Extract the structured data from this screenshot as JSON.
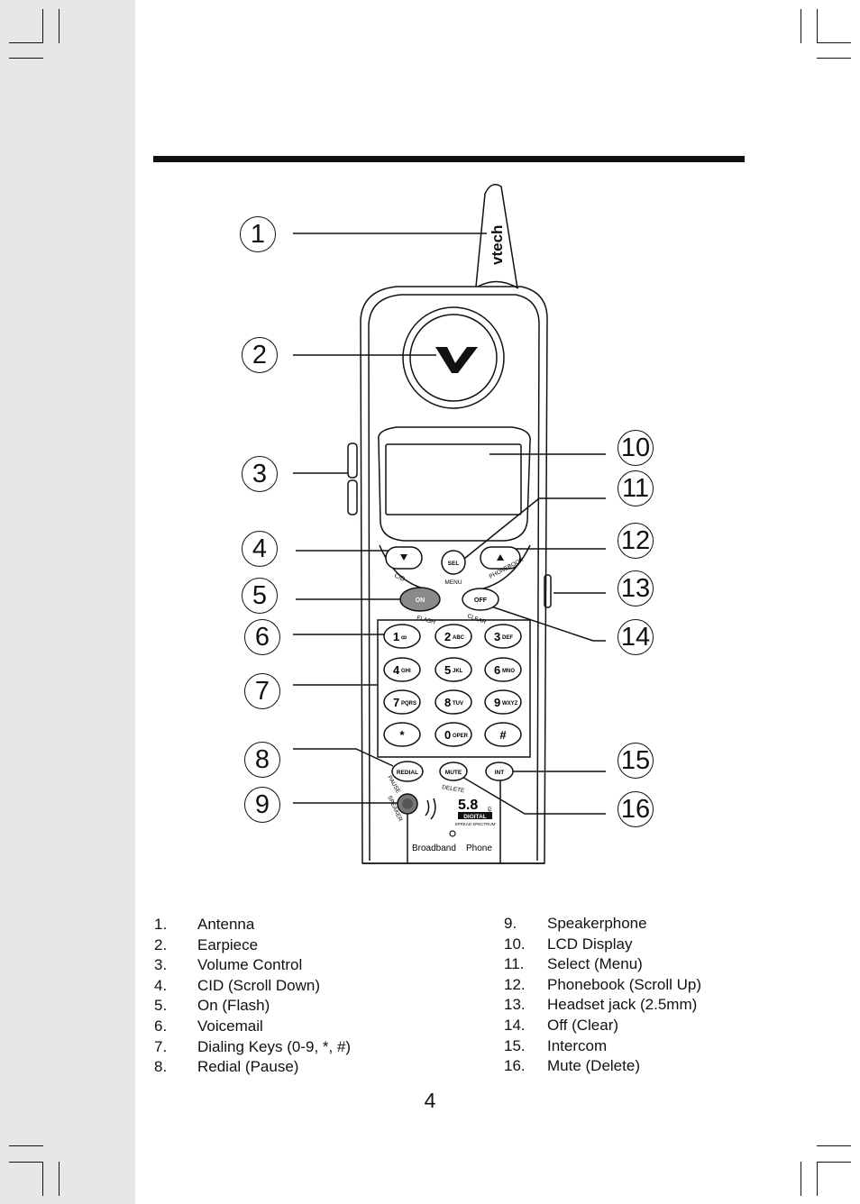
{
  "page_number": "4",
  "callouts": [
    "1",
    "2",
    "3",
    "4",
    "5",
    "6",
    "7",
    "8",
    "9",
    "10",
    "11",
    "12",
    "13",
    "14",
    "15",
    "16"
  ],
  "legend_left": [
    {
      "num": "1.",
      "label": "Antenna"
    },
    {
      "num": "2.",
      "label": "Earpiece"
    },
    {
      "num": "3.",
      "label": "Volume Control"
    },
    {
      "num": "4.",
      "label": "CID (Scroll Down)"
    },
    {
      "num": "5.",
      "label": "On (Flash)"
    },
    {
      "num": "6.",
      "label": "Voicemail"
    },
    {
      "num": "7.",
      "label": "Dialing Keys (0-9, *, #)"
    },
    {
      "num": "8.",
      "label": "Redial (Pause)"
    }
  ],
  "legend_right": [
    {
      "num": "9.",
      "label": "Speakerphone"
    },
    {
      "num": "10.",
      "label": "LCD Display"
    },
    {
      "num": "11.",
      "label": "Select (Menu)"
    },
    {
      "num": "12.",
      "label": "Phonebook (Scroll Up)"
    },
    {
      "num": "13.",
      "label": "Headset jack (2.5mm)"
    },
    {
      "num": "14.",
      "label": "Off (Clear)"
    },
    {
      "num": "15.",
      "label": "Intercom"
    },
    {
      "num": "16.",
      "label": "Mute (Delete)"
    }
  ],
  "phone": {
    "brand": "vtech",
    "sel": "SEL",
    "menu": "MENU",
    "cid": "CID",
    "phonebook": "PHONEBOOK",
    "on": "ON",
    "flash": "FLASH",
    "off": "OFF",
    "clear": "CLEAR",
    "keys": [
      {
        "digit": "1",
        "letters": "ꝏ"
      },
      {
        "digit": "2",
        "letters": "ABC"
      },
      {
        "digit": "3",
        "letters": "DEF"
      },
      {
        "digit": "4",
        "letters": "GHI"
      },
      {
        "digit": "5",
        "letters": "JKL"
      },
      {
        "digit": "6",
        "letters": "MNO"
      },
      {
        "digit": "7",
        "letters": "PQRS"
      },
      {
        "digit": "8",
        "letters": "TUV"
      },
      {
        "digit": "9",
        "letters": "WXYZ"
      },
      {
        "digit": "*",
        "letters": ""
      },
      {
        "digit": "0",
        "letters": "OPER"
      },
      {
        "digit": "#",
        "letters": ""
      }
    ],
    "redial": "REDIAL",
    "pause": "PAUSE",
    "mute": "MUTE",
    "delete": "DELETE",
    "int": "INT",
    "speaker": "SPEAKER",
    "band": "5.8",
    "band_unit": "GHz",
    "digital": "DIGITAL",
    "spread": "SPREAD SPECTRUM",
    "broadband": "Broadband",
    "phone_word": "Phone"
  }
}
